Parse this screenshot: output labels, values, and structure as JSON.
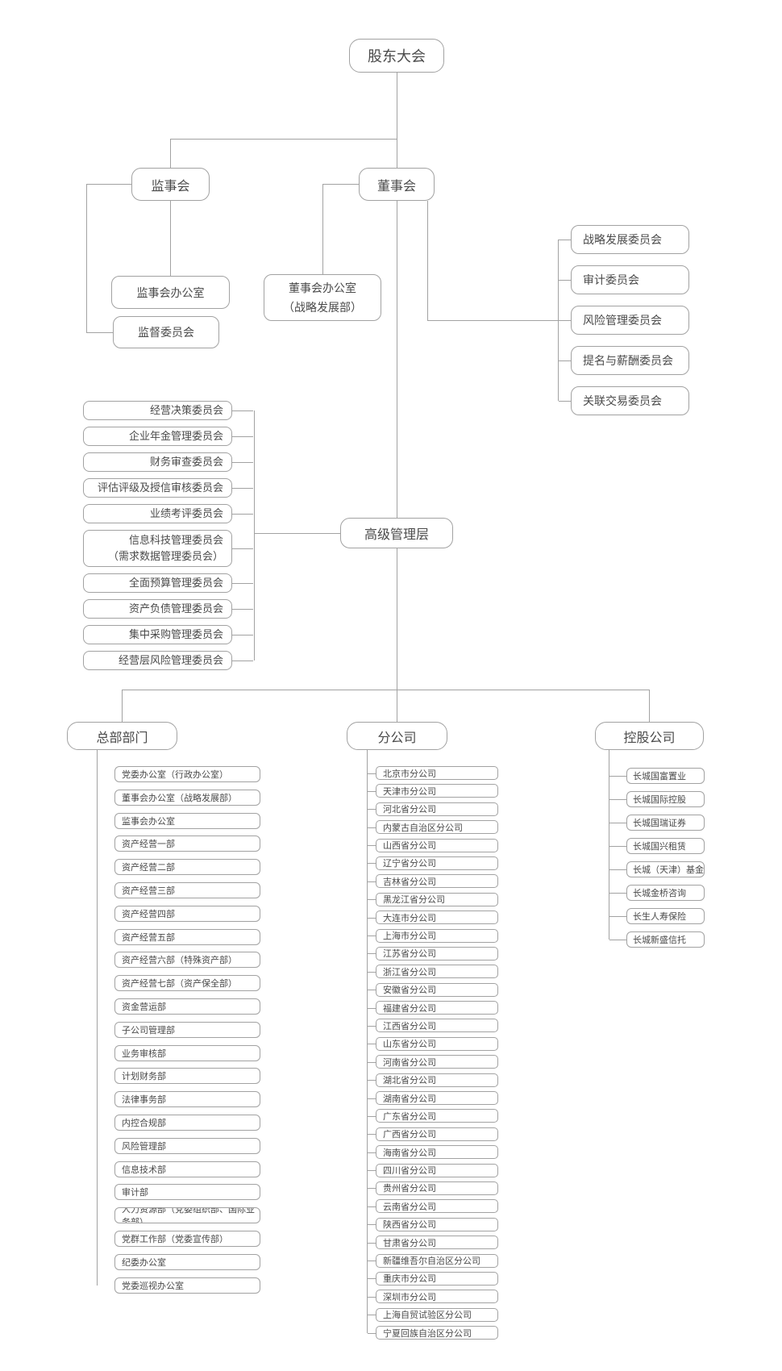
{
  "colors": {
    "border": "#a2a2a2",
    "line": "#a2a2a2",
    "text": "#4a4a4a",
    "background": "#ffffff"
  },
  "org": {
    "shareholders_meeting": "股东大会",
    "supervisory_board": "监事会",
    "board_of_directors": "董事会",
    "supervisory_office": "监事会办公室",
    "supervision_committee": "监督委员会",
    "board_office": "董事会办公室\n（战略发展部）",
    "senior_management": "高级管理层",
    "board_committees": [
      "战略发展委员会",
      "审计委员会",
      "风险管理委员会",
      "提名与薪酬委员会",
      "关联交易委员会"
    ],
    "management_committees": [
      "经营决策委员会",
      "企业年金管理委员会",
      "财务审查委员会",
      "评估评级及授信审核委员会",
      "业绩考评委员会",
      "信息科技管理委员会\n（需求数据管理委员会）",
      "全面预算管理委员会",
      "资产负债管理委员会",
      "集中采购管理委员会",
      "经营层风险管理委员会"
    ],
    "headquarters": {
      "title": "总部部门",
      "items": [
        "党委办公室（行政办公室）",
        "董事会办公室（战略发展部）",
        "监事会办公室",
        "资产经营一部",
        "资产经营二部",
        "资产经营三部",
        "资产经营四部",
        "资产经营五部",
        "资产经营六部（特殊资产部）",
        "资产经营七部（资产保全部）",
        "资金营运部",
        "子公司管理部",
        "业务审核部",
        "计划财务部",
        "法律事务部",
        "内控合规部",
        "风险管理部",
        "信息技术部",
        "审计部",
        "人力资源部（党委组织部、国际业务部）",
        "党群工作部（党委宣传部）",
        "纪委办公室",
        "党委巡视办公室"
      ]
    },
    "branches": {
      "title": "分公司",
      "items": [
        "北京市分公司",
        "天津市分公司",
        "河北省分公司",
        "内蒙古自治区分公司",
        "山西省分公司",
        "辽宁省分公司",
        "吉林省分公司",
        "黑龙江省分公司",
        "大连市分公司",
        "上海市分公司",
        "江苏省分公司",
        "浙江省分公司",
        "安徽省分公司",
        "福建省分公司",
        "江西省分公司",
        "山东省分公司",
        "河南省分公司",
        "湖北省分公司",
        "湖南省分公司",
        "广东省分公司",
        "广西省分公司",
        "海南省分公司",
        "四川省分公司",
        "贵州省分公司",
        "云南省分公司",
        "陕西省分公司",
        "甘肃省分公司",
        "新疆维吾尔自治区分公司",
        "重庆市分公司",
        "深圳市分公司",
        "上海自贸试验区分公司",
        "宁夏回族自治区分公司"
      ]
    },
    "holdings": {
      "title": "控股公司",
      "items": [
        "长城国富置业",
        "长城国际控股",
        "长城国瑞证券",
        "长城国兴租赁",
        "长城（天津）基金",
        "长城金桥咨询",
        "长生人寿保险",
        "长城新盛信托"
      ]
    }
  }
}
